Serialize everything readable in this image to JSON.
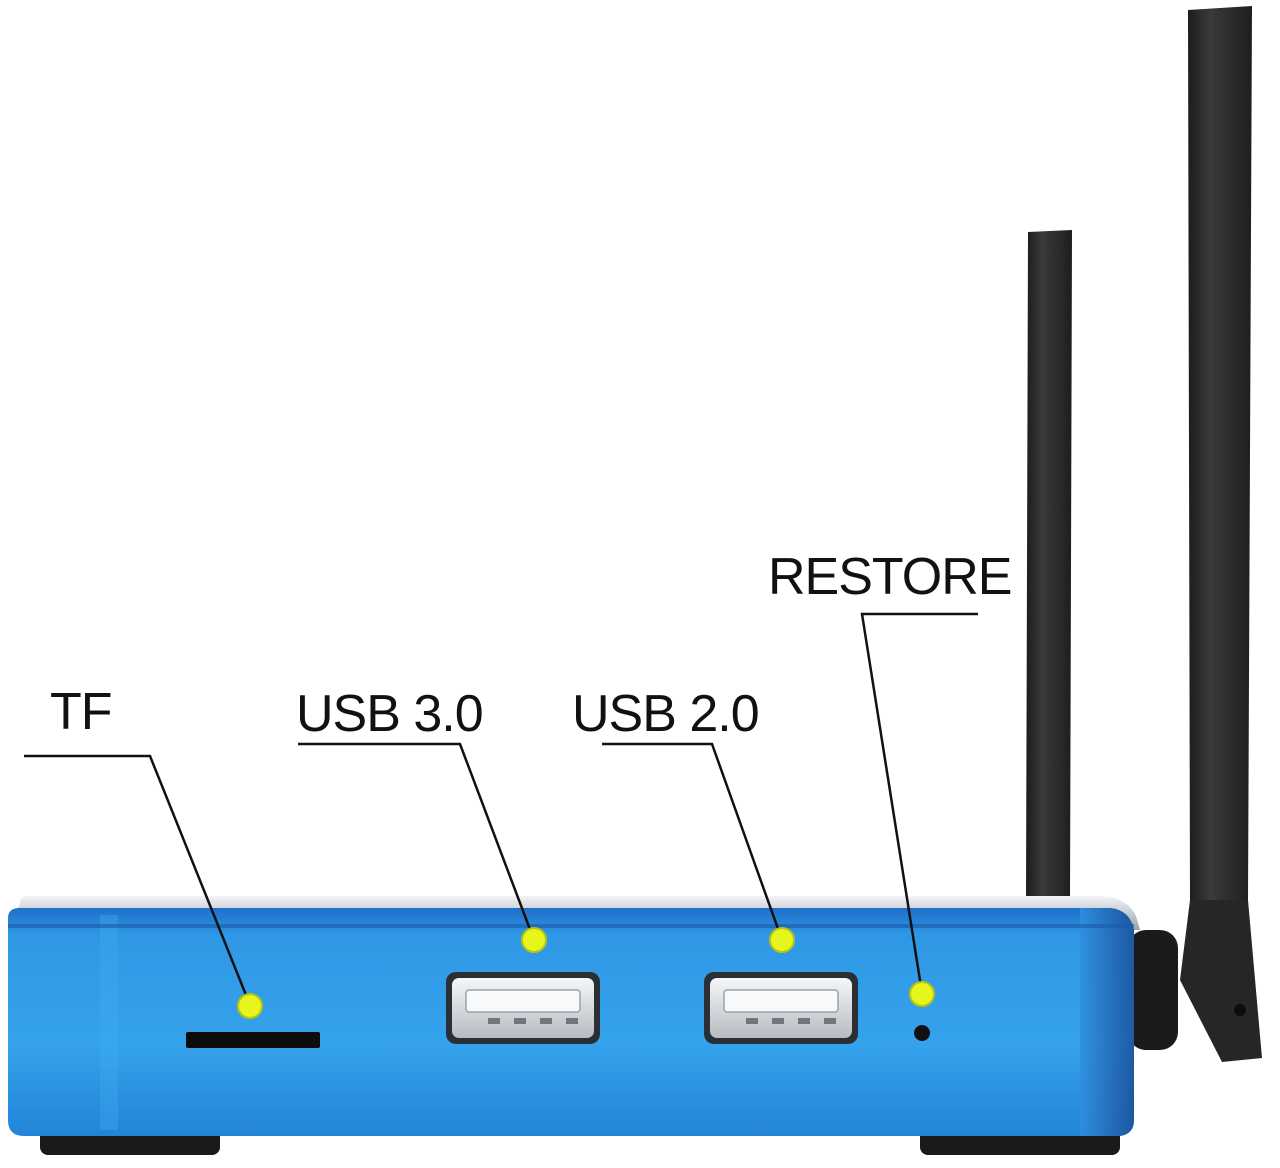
{
  "labels": {
    "tf": "TF",
    "usb3": "USB 3.0",
    "usb2": "USB 2.0",
    "restore": "RESTORE"
  },
  "colors": {
    "body_blue": "#2f8fe0",
    "body_blue_dark": "#1f5fae",
    "marker": "#e6f51c",
    "antenna": "#2b2b2b",
    "line": "#111111"
  },
  "icons": [
    "usb-port-icon",
    "sd-slot-icon",
    "pinhole-icon",
    "antenna-icon"
  ]
}
